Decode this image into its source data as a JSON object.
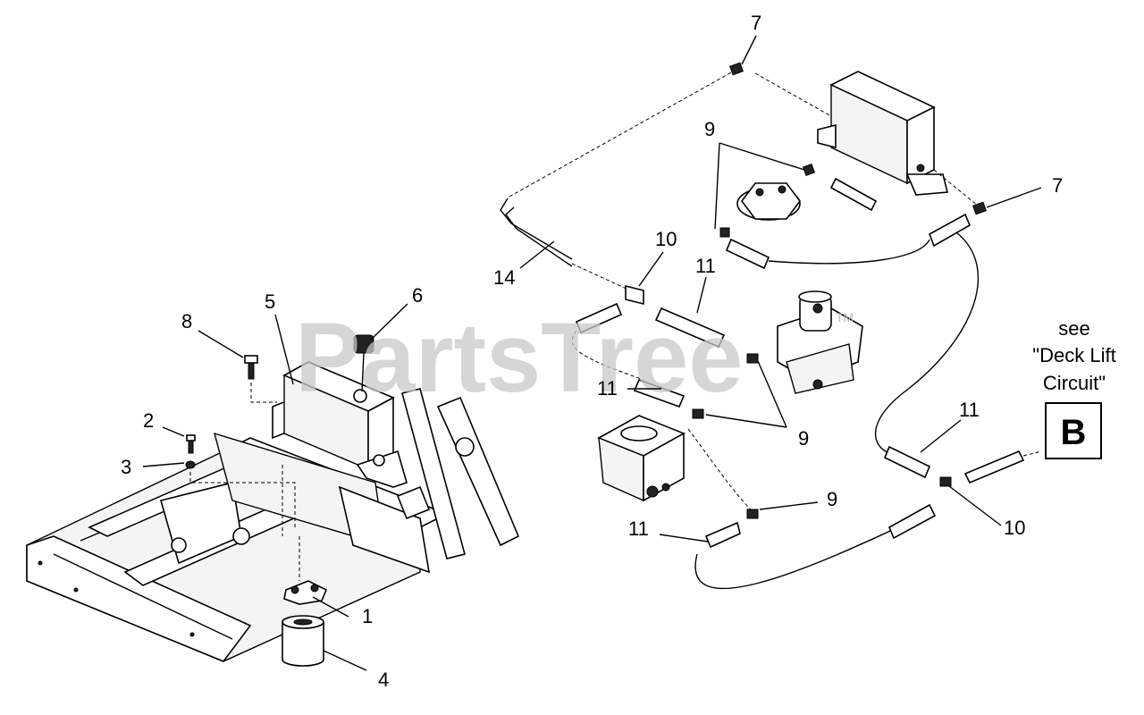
{
  "watermark": "PartsTree",
  "watermark_mark": "TM",
  "callouts": [
    {
      "id": "c-1",
      "label": "1"
    },
    {
      "id": "c-2",
      "label": "2"
    },
    {
      "id": "c-3",
      "label": "3"
    },
    {
      "id": "c-4",
      "label": "4"
    },
    {
      "id": "c-5",
      "label": "5"
    },
    {
      "id": "c-6",
      "label": "6"
    },
    {
      "id": "c-7a",
      "label": "7"
    },
    {
      "id": "c-7b",
      "label": "7"
    },
    {
      "id": "c-8",
      "label": "8"
    },
    {
      "id": "c-9a",
      "label": "9"
    },
    {
      "id": "c-9b",
      "label": "9"
    },
    {
      "id": "c-9c",
      "label": "9"
    },
    {
      "id": "c-10a",
      "label": "10"
    },
    {
      "id": "c-10b",
      "label": "10"
    },
    {
      "id": "c-11a",
      "label": "11"
    },
    {
      "id": "c-11b",
      "label": "11"
    },
    {
      "id": "c-11c",
      "label": "11"
    },
    {
      "id": "c-11d",
      "label": "11"
    },
    {
      "id": "c-14",
      "label": "14"
    }
  ],
  "reference_note": {
    "line1": "see",
    "line2": "\"Deck Lift",
    "line3": "Circuit\"",
    "letter": "B"
  }
}
